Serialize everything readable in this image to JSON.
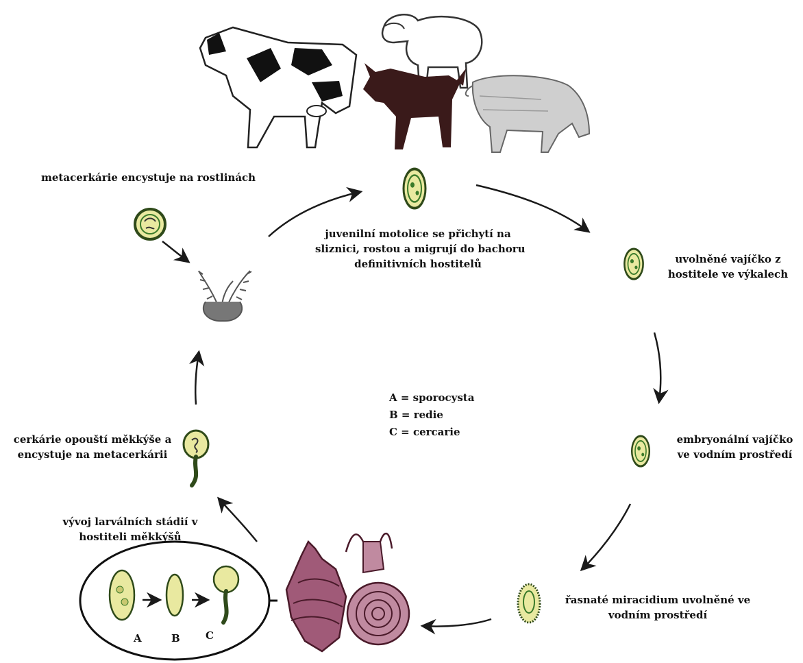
{
  "colors": {
    "egg_fill": "#e9e9a0",
    "egg_stroke": "#2f4a1a",
    "egg_inner": "#3a7a2a",
    "goat": "#3a1a1a",
    "snail": "#a05a78",
    "snail_dark": "#4a1a2a",
    "cow_spot": "#111111",
    "plant": "#555555",
    "arrow": "#1a1a1a"
  },
  "icons": [
    "cow-icon",
    "sheep-icon",
    "goat-icon",
    "pig-icon",
    "plant-icon",
    "snail-icon",
    "egg-icon",
    "miracidium-icon",
    "cercaria-icon"
  ],
  "labels": {
    "metacercaria": [
      "metacerkárie encystuje na rostlinách"
    ],
    "juvenile": [
      "juvenilní motolice se přichytí na",
      "sliznici, rostou a migrují do bachoru",
      "definitivních hostitelů"
    ],
    "released_egg": [
      "uvolněné vajíčko z",
      "hostitele ve výkalech"
    ],
    "embryo_egg": [
      "embryonální vajíčko",
      "ve vodním prostředí"
    ],
    "miracidium": [
      "řasnaté miracidium uvolněné ve",
      "vodním prostředí"
    ],
    "larval": [
      "vývoj larválních stádií v",
      "hostiteli měkkýšů"
    ],
    "cercaria": [
      "cerkárie opouští měkkýše a",
      "encystuje na metacerkárii"
    ]
  },
  "legend": [
    "A = sporocysta",
    "B = redie",
    "C = cercarie"
  ],
  "stage_letters": [
    "A",
    "B",
    "C"
  ]
}
